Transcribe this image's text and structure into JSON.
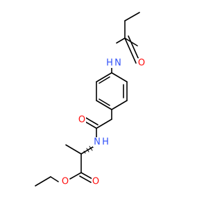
{
  "colors": {
    "background": "#ffffff",
    "bond": "#000000",
    "oxygen": "#ff0d0d",
    "nitrogen": "#3050f8"
  },
  "atoms": {
    "amide_o_top": {
      "element": "O",
      "label": "O"
    },
    "amide_n_top": {
      "element": "N",
      "label": "N",
      "h_label": "H"
    },
    "amide_o_mid": {
      "element": "O",
      "label": "O"
    },
    "amide_n_mid": {
      "element": "N",
      "label": "N",
      "h_label": "H"
    },
    "ester_o_carbonyl": {
      "element": "O",
      "label": "O"
    },
    "ester_o_ether": {
      "element": "O",
      "label": "O"
    }
  }
}
